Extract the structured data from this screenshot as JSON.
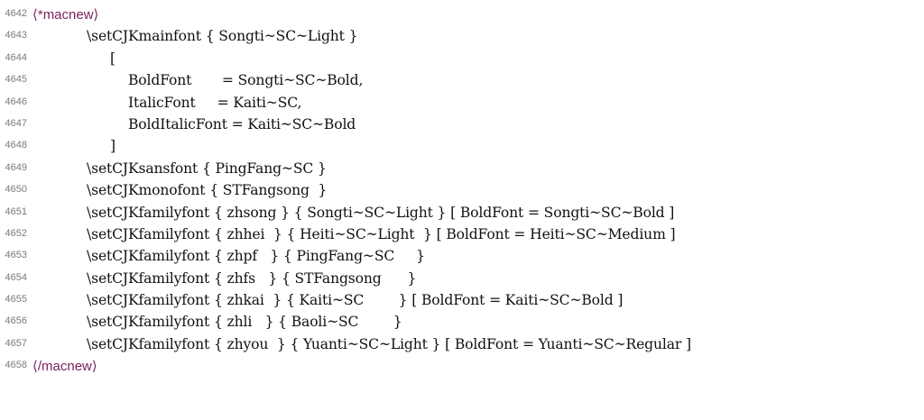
{
  "listing": {
    "lines": [
      {
        "no": "4642",
        "kind": "guard",
        "text": "⟨*macnew⟩",
        "indent": 0
      },
      {
        "no": "4643",
        "kind": "code",
        "text": "\\setCJKmainfont { Songti~SC~Light }",
        "indent": 0
      },
      {
        "no": "4644",
        "kind": "code",
        "text": "[",
        "indent": 3
      },
      {
        "no": "4645",
        "kind": "code",
        "text": "BoldFont       = Songti~SC~Bold,",
        "indent": 5
      },
      {
        "no": "4646",
        "kind": "code",
        "text": "ItalicFont     = Kaiti~SC,",
        "indent": 5
      },
      {
        "no": "4647",
        "kind": "code",
        "text": "BoldItalicFont = Kaiti~SC~Bold",
        "indent": 5
      },
      {
        "no": "4648",
        "kind": "code",
        "text": "]",
        "indent": 3
      },
      {
        "no": "4649",
        "kind": "code",
        "text": "\\setCJKsansfont { PingFang~SC }",
        "indent": 0
      },
      {
        "no": "4650",
        "kind": "code",
        "text": "\\setCJKmonofont { STFangsong  }",
        "indent": 0
      },
      {
        "no": "4651",
        "kind": "code",
        "text": "\\setCJKfamilyfont { zhsong } { Songti~SC~Light } [ BoldFont = Songti~SC~Bold ]",
        "indent": 0
      },
      {
        "no": "4652",
        "kind": "code",
        "text": "\\setCJKfamilyfont { zhhei  } { Heiti~SC~Light  } [ BoldFont = Heiti~SC~Medium ]",
        "indent": 0
      },
      {
        "no": "4653",
        "kind": "code",
        "text": "\\setCJKfamilyfont { zhpf   } { PingFang~SC     }",
        "indent": 0
      },
      {
        "no": "4654",
        "kind": "code",
        "text": "\\setCJKfamilyfont { zhfs   } { STFangsong      }",
        "indent": 0
      },
      {
        "no": "4655",
        "kind": "code",
        "text": "\\setCJKfamilyfont { zhkai  } { Kaiti~SC        } [ BoldFont = Kaiti~SC~Bold ]",
        "indent": 0
      },
      {
        "no": "4656",
        "kind": "code",
        "text": "\\setCJKfamilyfont { zhli   } { Baoli~SC        }",
        "indent": 0
      },
      {
        "no": "4657",
        "kind": "code",
        "text": "\\setCJKfamilyfont { zhyou  } { Yuanti~SC~Light } [ BoldFont = Yuanti~SC~Regular ]",
        "indent": 0
      },
      {
        "no": "4658",
        "kind": "guard",
        "text": "⟨/macnew⟩",
        "indent": 0
      }
    ]
  },
  "colors": {
    "line_number": "#7a7a7a",
    "guard": "#7a1f5c",
    "code": "#111111",
    "background": "#ffffff"
  }
}
